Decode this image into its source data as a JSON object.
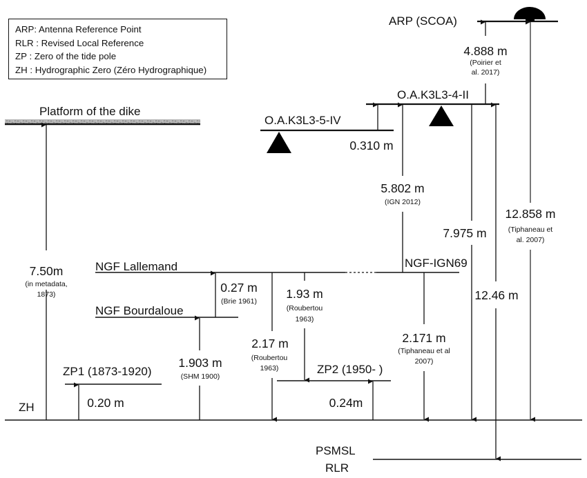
{
  "legend": {
    "items": [
      "ARP: Antenna  Reference Point",
      "RLR : Revised Local Reference",
      "ZP : Zero of the tide pole",
      "ZH : Hydrographic Zero (Zéro Hydrographique)"
    ]
  },
  "levels": {
    "arp": "ARP (SCOA)",
    "oak_4_ii": "O.A.K3L3-4-II",
    "oak_5_iv": "O.A.K3L3-5-IV",
    "platform": "Platform of the dike",
    "ngf_lallemand": "NGF Lallemand",
    "ngf_ign69": "NGF-IGN69",
    "ngf_bourdaloue": "NGF Bourdaloue",
    "zp1": "ZP1 (1873-1920)",
    "zp2": "ZP2 (1950- )",
    "zh": "ZH",
    "psmsl_line1": "PSMSL",
    "psmsl_line2": "RLR"
  },
  "measurements": [
    {
      "id": "arp_from_oak4",
      "value": "4.888 m",
      "source_l1": "(Poirier et",
      "source_l2": "al. 2017)"
    },
    {
      "id": "oak4_from_oak5",
      "value": "0.310 m"
    },
    {
      "id": "oak4_from_ign69",
      "value": "5.802 m",
      "source_l1": "(IGN 2012)"
    },
    {
      "id": "oak4_from_zh",
      "value": "7.975 m"
    },
    {
      "id": "arp_from_zh",
      "value": "12.858 m",
      "source_l1": "(Tiphaneau et",
      "source_l2": "al. 2007)"
    },
    {
      "id": "oak4_to_rlr",
      "value": "12.46 m"
    },
    {
      "id": "platform_from_zh",
      "value": "7.50m",
      "source_l1": "(in metadata,",
      "source_l2": "1873)"
    },
    {
      "id": "lallemand_from_bourdaloue",
      "value": "0.27 m",
      "source_l1": "(Brie 1961)"
    },
    {
      "id": "lallemand_to_zp2",
      "value": "1.93 m",
      "source_l1": "(Roubertou",
      "source_l2": "1963)"
    },
    {
      "id": "lallemand_to_zh",
      "value": "2.17 m",
      "source_l1": "(Roubertou",
      "source_l2": "1963)"
    },
    {
      "id": "ign69_to_zh",
      "value": "2.171 m",
      "source_l1": "(Tiphaneau et al",
      "source_l2": "2007)"
    },
    {
      "id": "bourdaloue_from_zh",
      "value": "1.903 m",
      "source_l1": "(SHM 1900)"
    },
    {
      "id": "zp1_from_zh",
      "value": "0.20 m"
    },
    {
      "id": "zp2_from_zh",
      "value": "0.24m"
    }
  ]
}
